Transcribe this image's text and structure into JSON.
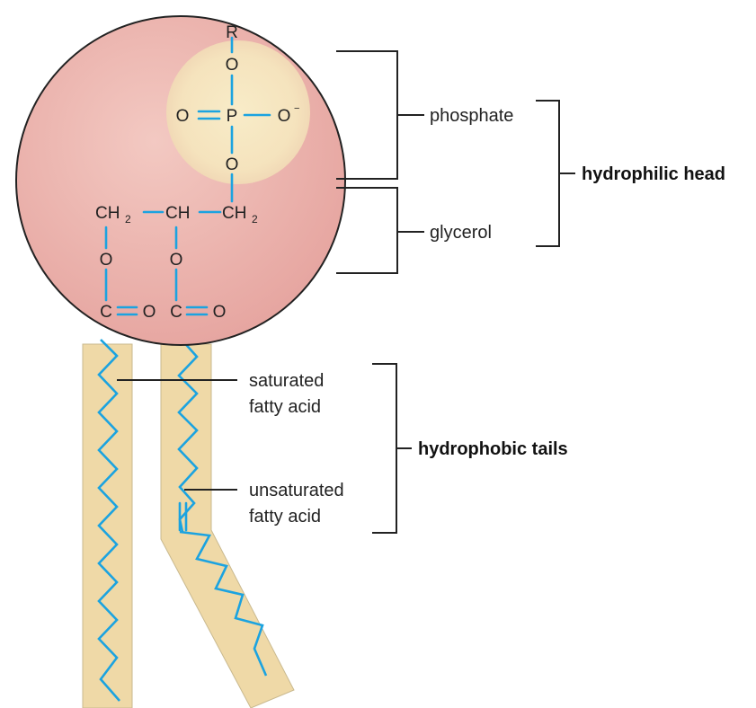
{
  "molecule": {
    "atoms": {
      "r": "R",
      "o_top": "O",
      "o_double": "O",
      "p": "P",
      "o_neg": "O",
      "o_neg_charge": "−",
      "o_bridge": "O",
      "ch2_left": "CH",
      "ch2_left_sub": "2",
      "ch_mid": "CH",
      "ch2_right": "CH",
      "ch2_right_sub": "2",
      "o_ester_left": "O",
      "o_ester_mid": "O",
      "c_left": "C",
      "o_carbonyl_left": "O",
      "c_mid": "C",
      "o_carbonyl_mid": "O"
    }
  },
  "labels": {
    "phosphate": "phosphate",
    "glycerol": "glycerol",
    "hydrophilic_head": "hydrophilic head",
    "saturated_line1": "saturated",
    "saturated_line2": "fatty acid",
    "unsaturated_line1": "unsaturated",
    "unsaturated_line2": "fatty acid",
    "hydrophobic_tails": "hydrophobic tails"
  },
  "colors": {
    "head_circle": "#e7a9a4",
    "phosphate_highlight": "#f5e6c2",
    "tail_fill": "#efd9a7",
    "bond": "#1ba3e0",
    "text": "#222222"
  }
}
